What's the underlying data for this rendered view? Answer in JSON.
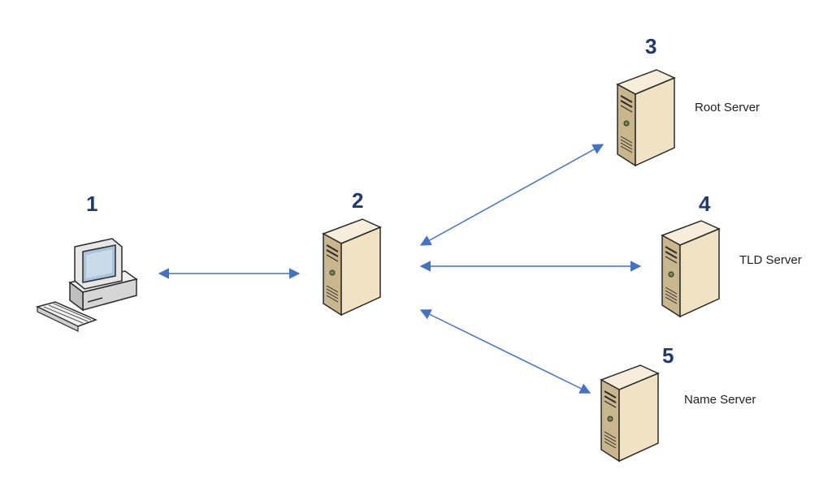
{
  "nodes": {
    "client": {
      "number": "1"
    },
    "resolver": {
      "number": "2"
    },
    "root": {
      "number": "3",
      "label": "Root Server"
    },
    "tld": {
      "number": "4",
      "label": "TLD Server"
    },
    "name": {
      "number": "5",
      "label": "Name Server"
    }
  },
  "colors": {
    "arrow": "#4472c4",
    "number": "#1f3a6e",
    "server_front": "#efe3c3",
    "server_side": "#c9b68c",
    "server_top": "#f6eedb",
    "outline": "#2b2b2b"
  },
  "icons": {
    "client": "desktop-computer-icon",
    "servers": "tower-server-icon"
  },
  "connections": [
    {
      "from": "client",
      "to": "resolver",
      "direction": "bidirectional"
    },
    {
      "from": "resolver",
      "to": "root",
      "direction": "bidirectional"
    },
    {
      "from": "resolver",
      "to": "tld",
      "direction": "bidirectional"
    },
    {
      "from": "resolver",
      "to": "name",
      "direction": "bidirectional"
    }
  ]
}
